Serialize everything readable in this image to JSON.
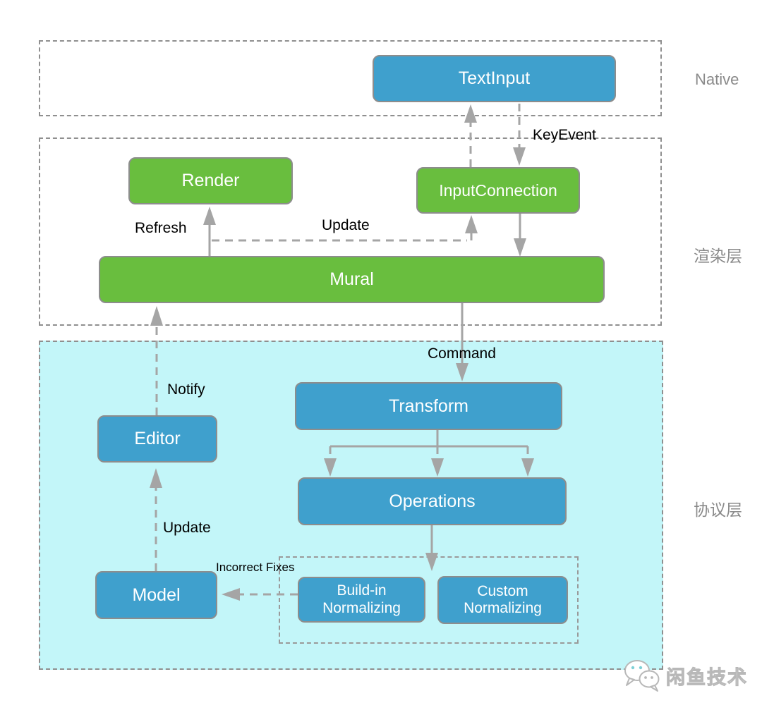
{
  "layers": {
    "native": {
      "label": "Native"
    },
    "render": {
      "label": "渲染层"
    },
    "protocol": {
      "label": "协议层"
    }
  },
  "nodes": {
    "textinput": {
      "label": "TextInput",
      "color": "blue"
    },
    "render": {
      "label": "Render",
      "color": "green"
    },
    "input_connection": {
      "label": "InputConnection",
      "color": "green"
    },
    "mural": {
      "label": "Mural",
      "color": "green"
    },
    "transform": {
      "label": "Transform",
      "color": "blue"
    },
    "operations": {
      "label": "Operations",
      "color": "blue"
    },
    "editor": {
      "label": "Editor",
      "color": "blue"
    },
    "model": {
      "label": "Model",
      "color": "blue"
    },
    "buildin_normalizing": {
      "line1": "Build-in",
      "line2": "Normalizing",
      "color": "blue"
    },
    "custom_normalizing": {
      "line1": "Custom",
      "line2": "Normalizing",
      "color": "blue"
    }
  },
  "edge_labels": {
    "keyevent": "KeyEvent",
    "refresh": "Refresh",
    "update_render": "Update",
    "command": "Command",
    "notify": "Notify",
    "update_model": "Update",
    "incorrect_fixes": "Incorrect Fixes"
  },
  "watermark": {
    "text": "闲鱼技术",
    "icon": "chat-bubbles-icon"
  },
  "colors": {
    "node_blue": "#3fa0cd",
    "node_green": "#69be3e",
    "node_border": "#8d8d8d",
    "protocol_layer_bg": "#c3f6f9",
    "connector_gray": "#a5a5a5",
    "layer_border_gray": "#8f8f8f",
    "edge_label_black": "#000000",
    "layer_label_gray": "#8a8a8a"
  }
}
